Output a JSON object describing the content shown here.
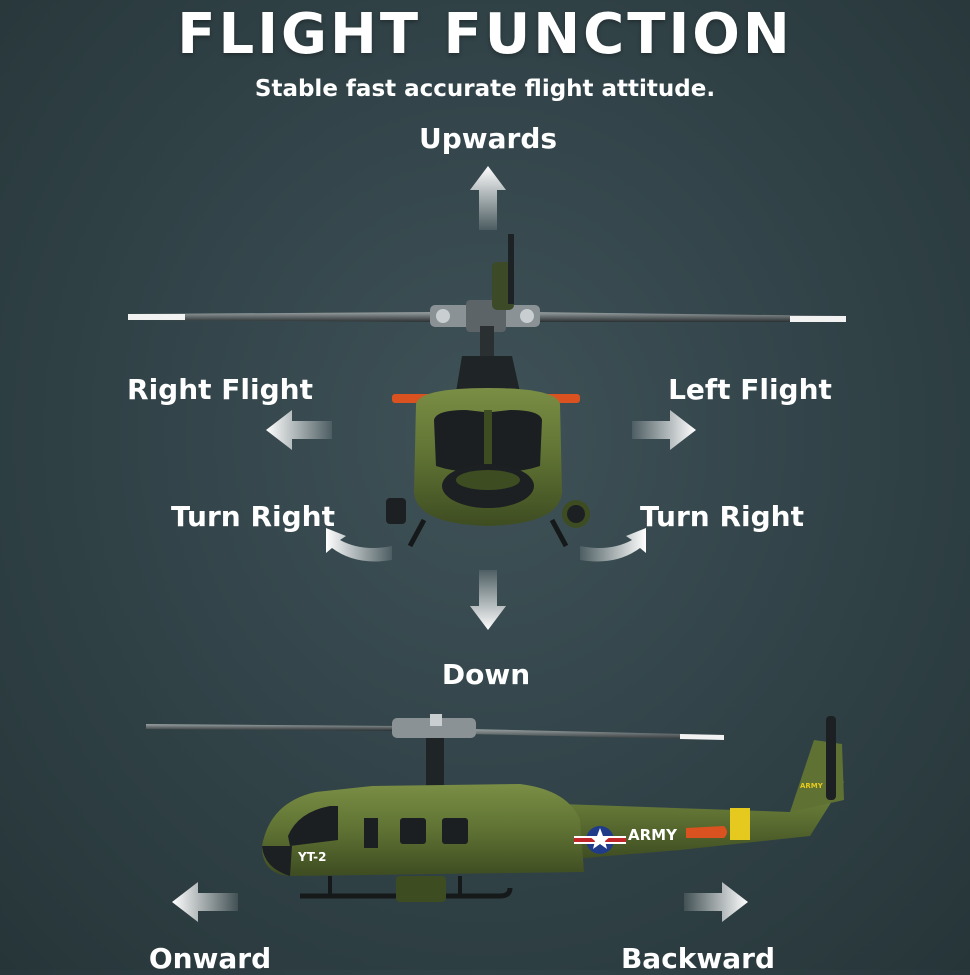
{
  "heading": {
    "title": "FLIGHT FUNCTION",
    "subtitle": "Stable fast accurate flight attitude."
  },
  "directions": {
    "up": "Upwards",
    "down": "Down",
    "right_flight": "Right Flight",
    "left_flight": "Left Flight",
    "turn_right_left_side": "Turn Right",
    "turn_right_right_side": "Turn Right",
    "onward": "Onward",
    "backward": "Backward"
  },
  "helicopter": {
    "nose_marking": "YT-2",
    "body_marking": "ARMY",
    "tail_marking": "ARMY",
    "body_color": "#5f7233",
    "accent_orange": "#d9521f",
    "accent_yellow": "#e6c91e"
  }
}
